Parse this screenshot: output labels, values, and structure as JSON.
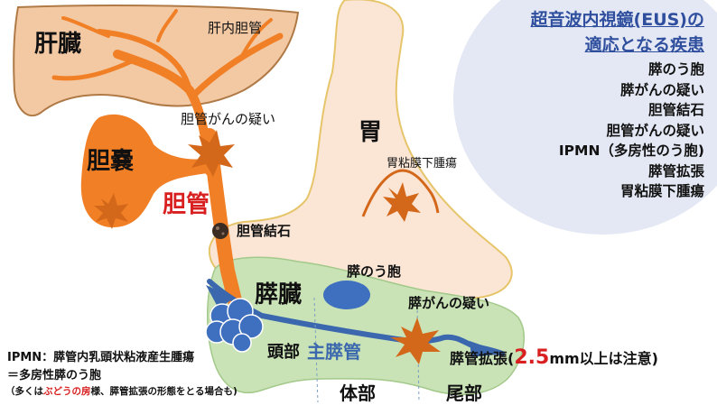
{
  "labels": {
    "liver": "肝臓",
    "intrahepatic_duct": "肝内胆管",
    "gallbladder": "胆嚢",
    "bile_duct": "胆管",
    "suspected_bile_duct_cancer": "胆管がんの疑い",
    "bile_duct_stone": "胆管結石",
    "stomach": "胃",
    "gastric_submucosal_tumor": "胃粘膜下腫瘍",
    "pancreas": "膵臓",
    "pancreatic_cyst": "膵のう胞",
    "suspected_pancreatic_cancer": "膵がんの疑い",
    "head": "頭部",
    "main_pancreatic_duct": "主膵管",
    "body": "体部",
    "tail": "尾部",
    "duct_dilation_prefix": "膵管拡張(",
    "duct_dilation_value": "2.5",
    "duct_dilation_suffix": "mm以上は注意)"
  },
  "panel": {
    "title_line1": "超音波内視鏡(EUS)の",
    "title_line2": "適応となる疾患",
    "items": [
      "膵のう胞",
      "膵がんの疑い",
      "胆管結石",
      "胆管がんの疑い",
      "IPMN（多房性のう胞)",
      "膵管拡張",
      "胃粘膜下腫瘍"
    ]
  },
  "ipmn_note": {
    "line1": "IPMN：膵管内乳頭状粘液産生腫瘍",
    "line2": "＝多房性膵のう胞",
    "line3_prefix": "（多くは",
    "line3_highlight": "ぶどうの房",
    "line3_suffix": "様、膵管拡張の形態をとる場合も)"
  },
  "colors": {
    "liver": "#f3c9a4",
    "bile_orange": "#f07f25",
    "stomach": "#fbe6d6",
    "pancreas": "#c9e3b6",
    "duct_blue": "#3a67ad",
    "tumor": "#d4681a",
    "red": "#d82020",
    "title_blue": "#2f4f9e",
    "panel_bg": "#e4e8f4"
  }
}
